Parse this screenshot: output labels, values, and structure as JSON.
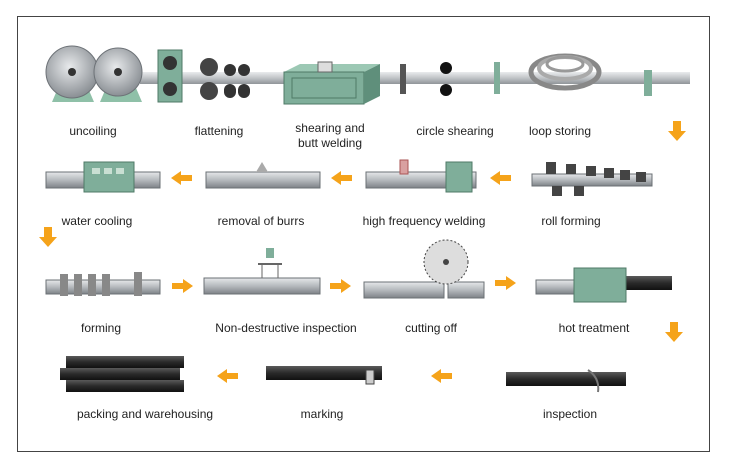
{
  "steps": {
    "uncoiling": "uncoiling",
    "flattening": "flattening",
    "shearing_butt_welding_1": "shearing and",
    "shearing_butt_welding_2": "butt welding",
    "circle_shearing": "circle shearing",
    "loop_storing": "loop storing",
    "water_cooling": "water cooling",
    "removal_of_burrs": "removal of burrs",
    "hf_welding": "high frequency welding",
    "roll_forming": "roll forming",
    "forming": "forming",
    "ndi": "Non-destructive inspection",
    "cutting_off": "cutting off",
    "hot_treatment": "hot  treatment",
    "packing": "packing and warehousing",
    "marking": "marking",
    "inspection": "inspection"
  },
  "colors": {
    "arrow": "#f5a31a",
    "metal": "#b8bcc0",
    "green": "#7fae9a",
    "dark_pipe": "#2b2b2b"
  }
}
